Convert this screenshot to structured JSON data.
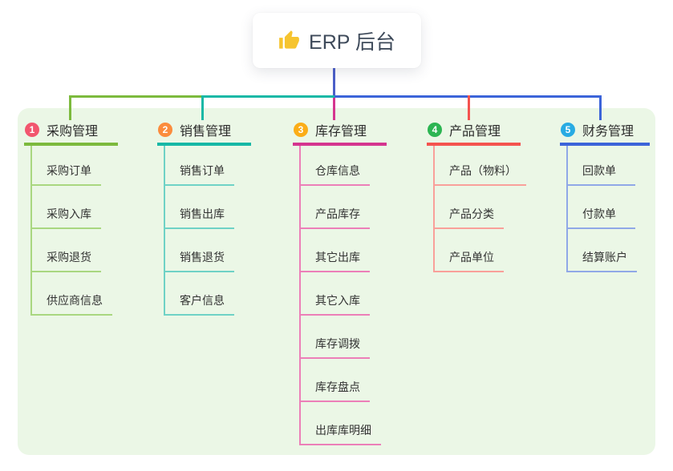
{
  "root": {
    "title": "ERP 后台",
    "icon": "thumbs-up-icon",
    "connector_color": "#4b5fc9"
  },
  "panel": {
    "background": "#ebf7e6"
  },
  "branches": [
    {
      "num": "1",
      "label": "采购管理",
      "badge_color": "#f2566e",
      "line_color": "#7cba3d",
      "child_line_color": "#a9d780",
      "children": [
        "采购订单",
        "采购入库",
        "采购退货",
        "供应商信息"
      ]
    },
    {
      "num": "2",
      "label": "销售管理",
      "badge_color": "#fb8c3d",
      "line_color": "#17b8a6",
      "child_line_color": "#6fd2c6",
      "children": [
        "销售订单",
        "销售出库",
        "销售退货",
        "客户信息"
      ]
    },
    {
      "num": "3",
      "label": "库存管理",
      "badge_color": "#fbad18",
      "line_color": "#d5358f",
      "child_line_color": "#ec7fb8",
      "children": [
        "仓库信息",
        "产品库存",
        "其它出库",
        "其它入库",
        "库存调拨",
        "库存盘点",
        "出库库明细"
      ]
    },
    {
      "num": "4",
      "label": "产品管理",
      "badge_color": "#2cb552",
      "line_color": "#f4534f",
      "child_line_color": "#f9a09a",
      "children": [
        "产品（物料）",
        "产品分类",
        "产品单位"
      ]
    },
    {
      "num": "5",
      "label": "财务管理",
      "badge_color": "#28abe3",
      "line_color": "#3c64d9",
      "child_line_color": "#90a8e7",
      "children": [
        "回款单",
        "付款单",
        "结算账户"
      ]
    }
  ]
}
